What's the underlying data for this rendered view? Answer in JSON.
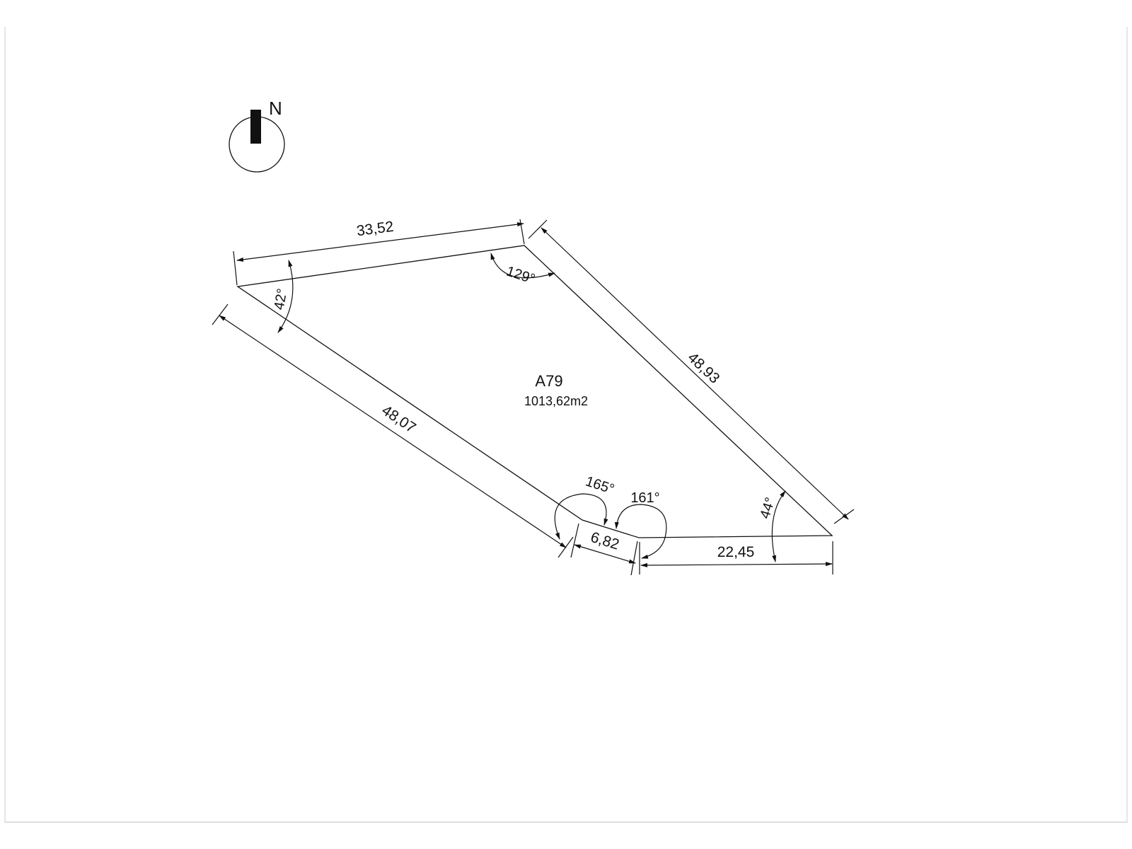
{
  "north": {
    "letter": "N"
  },
  "parcel": {
    "id": "A79",
    "area": "1013,62m2"
  },
  "sides": {
    "top": "33,52",
    "right": "48,93",
    "left": "48,07",
    "bottom_short": "6,82",
    "bottom_long": "22,45"
  },
  "angles": {
    "left_vertex": "42°",
    "top_vertex": "129°",
    "bottom_left_vertex": "165°",
    "bottom_mid_vertex": "161°",
    "right_vertex": "44°"
  }
}
